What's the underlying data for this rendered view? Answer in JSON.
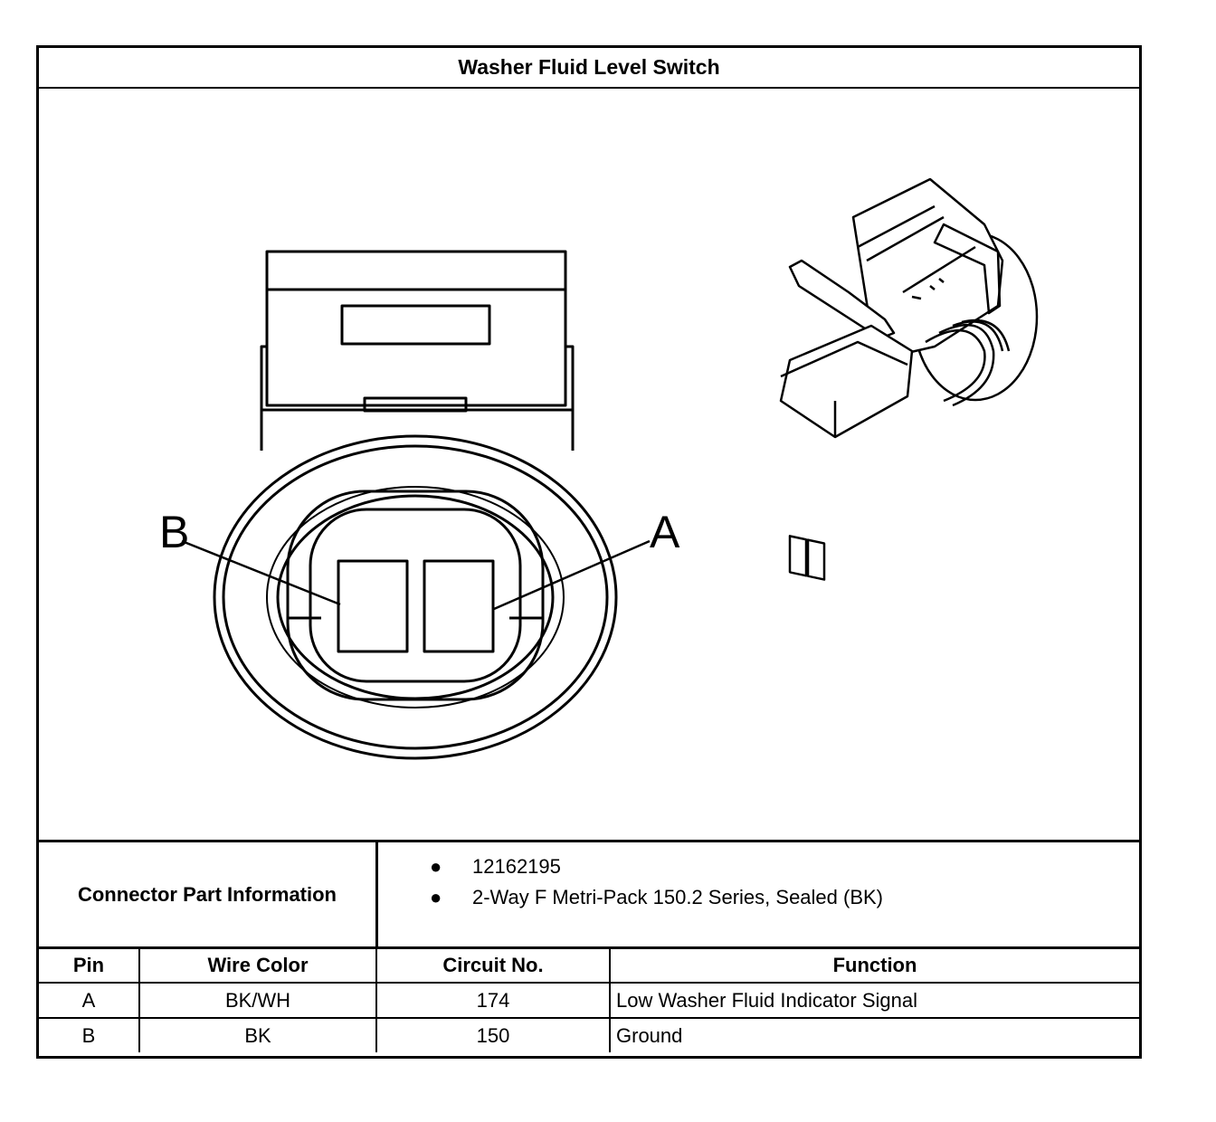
{
  "title": "Washer Fluid Level Switch",
  "diagram": {
    "pin_labels": {
      "left": "B",
      "right": "A"
    }
  },
  "connector_info": {
    "label": "Connector Part Information",
    "items": [
      "12162195",
      "2-Way F Metri-Pack 150.2 Series, Sealed (BK)"
    ]
  },
  "pin_table": {
    "headers": [
      "Pin",
      "Wire Color",
      "Circuit No.",
      "Function"
    ],
    "rows": [
      [
        "A",
        "BK/WH",
        "174",
        "Low Washer Fluid Indicator Signal"
      ],
      [
        "B",
        "BK",
        "150",
        "Ground"
      ]
    ]
  }
}
